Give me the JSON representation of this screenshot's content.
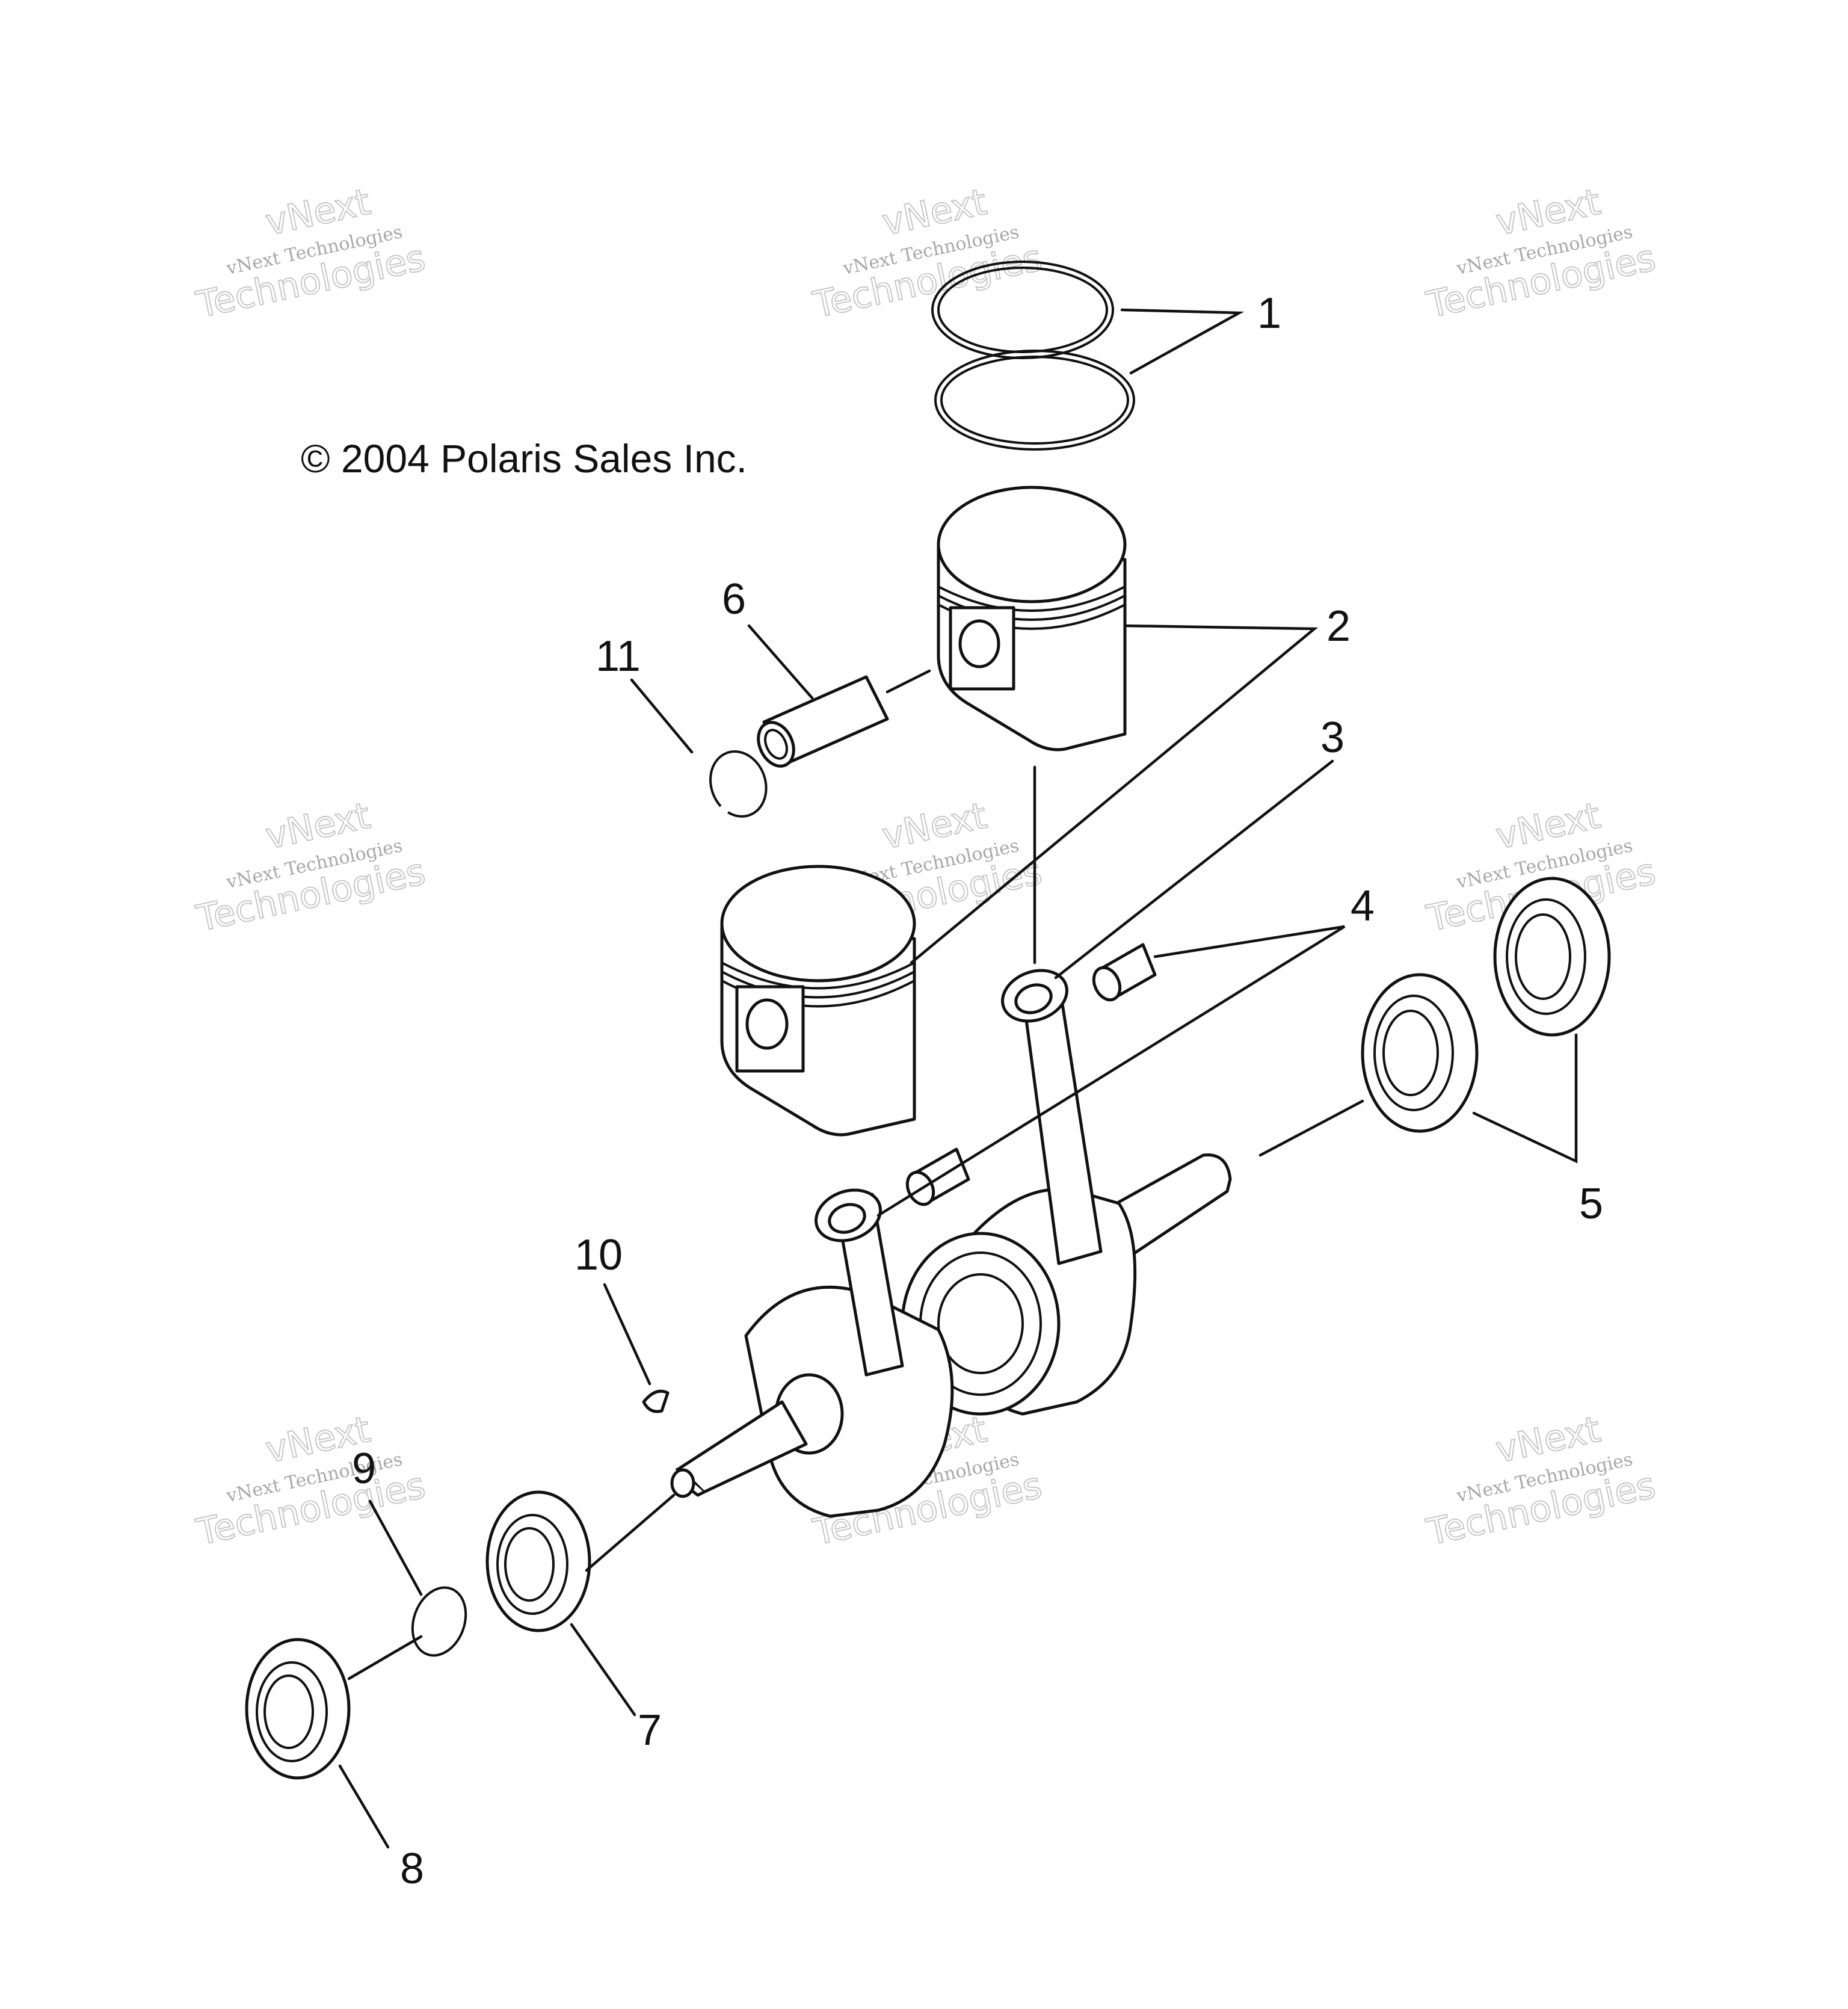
{
  "copyright": "© 2004 Polaris Sales Inc.",
  "callouts": [
    "1",
    "2",
    "3",
    "4",
    "5",
    "6",
    "7",
    "8",
    "9",
    "10",
    "11"
  ],
  "watermark": {
    "line1": "vNext Technologies",
    "line2": "vNext",
    "line3": "Technologies"
  },
  "colors": {
    "ink": "#111111",
    "watermark": "#b0b0b0",
    "background": "#ffffff"
  }
}
